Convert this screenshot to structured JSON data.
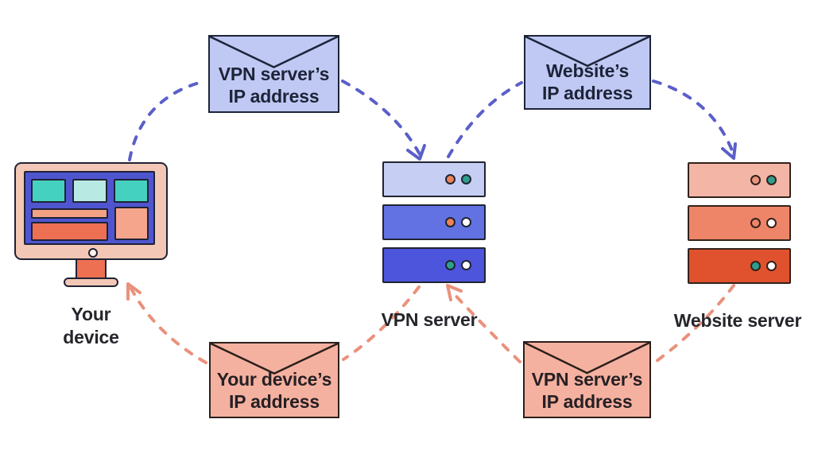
{
  "diagram": {
    "description_of_depicted_flow": "VPN routing diagram with dashed request (blue) and response (salmon) paths",
    "palette": {
      "background": "#ffffff",
      "request_dash": "#5a5fc9",
      "response_dash": "#ea917c",
      "envelope_blue_fill": "#c0c9f4",
      "envelope_salmon_fill": "#f5b1a0",
      "outline_dark_navy": "#1e2235",
      "outline_dark_brown": "#33211b",
      "text_dark": "#26252b"
    }
  },
  "device": {
    "label_line1": "Your",
    "label_line2": "device"
  },
  "vpn_server": {
    "label": "VPN server",
    "rows": [
      {
        "color": "#c6cef3",
        "dots": [
          "#ec8258",
          "#2f9e8f"
        ]
      },
      {
        "color": "#6372e2",
        "dots": [
          "#ec8258",
          "#ffffff"
        ]
      },
      {
        "color": "#4d55dc",
        "dots": [
          "#2f9e8f",
          "#ffffff"
        ]
      }
    ]
  },
  "website_server": {
    "label": "Website server",
    "rows": [
      {
        "color": "#f2b5a6",
        "dots": [
          "#e9967f",
          "#2f9e8f"
        ]
      },
      {
        "color": "#ee8568",
        "dots": [
          "#ee8568",
          "#ffffff"
        ]
      },
      {
        "color": "#e0522e",
        "dots": [
          "#2f9e8f",
          "#ffffff"
        ]
      }
    ]
  },
  "envelopes": {
    "top_left": {
      "line1": "VPN server’s",
      "line2": "IP address",
      "theme": "blue"
    },
    "top_right": {
      "line1": "Website’s",
      "line2": "IP address",
      "theme": "blue"
    },
    "bottom_left": {
      "line1": "Your device’s",
      "line2": "IP address",
      "theme": "salmon"
    },
    "bottom_right": {
      "line1": "VPN server’s",
      "line2": "IP address",
      "theme": "salmon"
    }
  },
  "connections": [
    {
      "from": "your-device",
      "to": "vpn-server",
      "via_envelope": "VPN server’s IP address",
      "color": "#5a5fc9",
      "style": "dashed"
    },
    {
      "from": "vpn-server",
      "to": "website-server",
      "via_envelope": "Website’s IP address",
      "color": "#5a5fc9",
      "style": "dashed"
    },
    {
      "from": "website-server",
      "to": "vpn-server",
      "via_envelope": "VPN server’s IP address",
      "color": "#ea917c",
      "style": "dashed"
    },
    {
      "from": "vpn-server",
      "to": "your-device",
      "via_envelope": "Your device’s IP address",
      "color": "#ea917c",
      "style": "dashed"
    }
  ]
}
